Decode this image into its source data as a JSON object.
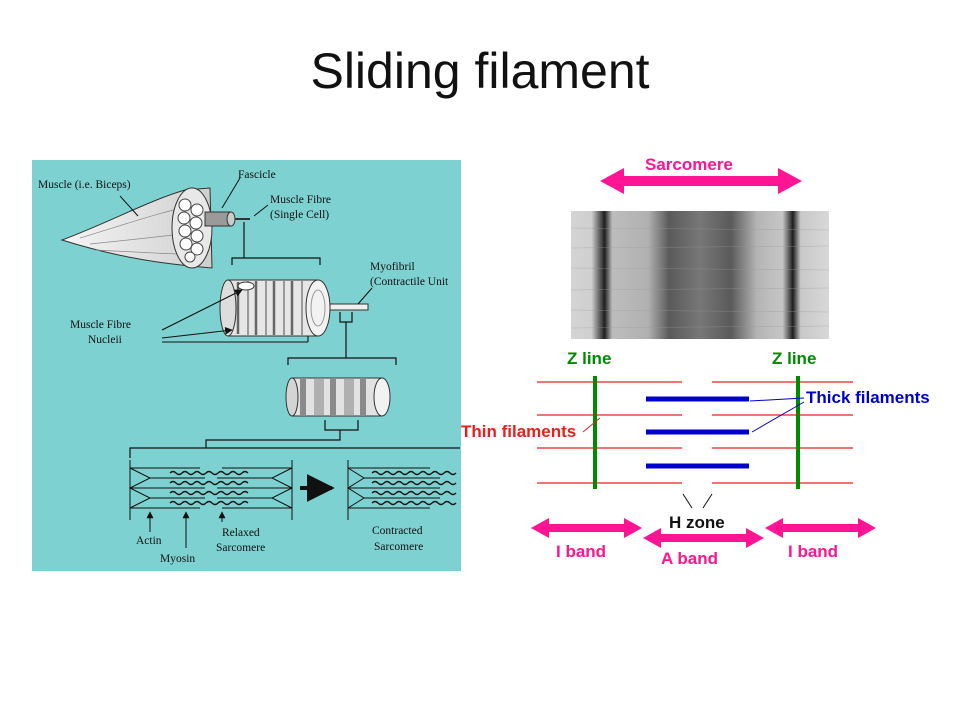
{
  "slide": {
    "title": "Sliding filament"
  },
  "left_diagram": {
    "background": "#7dd1d1",
    "labels": {
      "muscle": "Muscle (i.e. Biceps)",
      "fascicle": "Fascicle",
      "muscle_fibre_1": "Muscle Fibre",
      "muscle_fibre_2": "(Single Cell)",
      "myofibril_1": "Myofibril",
      "myofibril_2": "(Contractile Unit",
      "nuclei_1": "Muscle Fibre",
      "nuclei_2": "Nucleii",
      "actin": "Actin",
      "myosin": "Myosin",
      "relaxed_1": "Relaxed",
      "relaxed_2": "Sarcomere",
      "contracted_1": "Contracted",
      "contracted_2": "Sarcomere"
    }
  },
  "right_diagram": {
    "colors": {
      "pink": "#ff1493",
      "green": "#008a00",
      "blue": "#0000cc",
      "red": "#e8201c"
    },
    "labels": {
      "sarcomere": "Sarcomere",
      "z_line_left": "Z line",
      "z_line_right": "Z line",
      "thick_filaments": "Thick filaments",
      "thin_filaments": "Thin filaments",
      "h_zone": "H zone",
      "i_band_left": "I band",
      "a_band": "A band",
      "i_band_right": "I band"
    }
  }
}
